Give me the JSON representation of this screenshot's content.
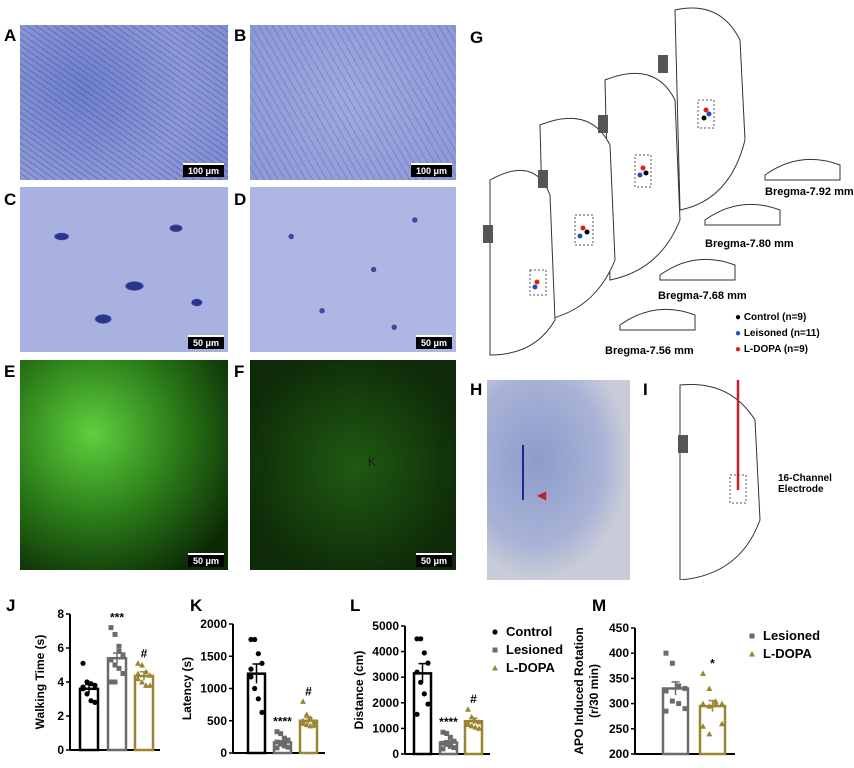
{
  "panels": {
    "A": "A",
    "B": "B",
    "C": "C",
    "D": "D",
    "E": "E",
    "F": "F",
    "G": "G",
    "H": "H",
    "I": "I",
    "J": "J",
    "K": "K",
    "L": "L",
    "M": "M"
  },
  "scalebars": {
    "A": "100 μm",
    "B": "100 μm",
    "C": "50 μm",
    "D": "50 μm",
    "E": "50 μm",
    "F": "50 μm"
  },
  "panel_f_mark": "K",
  "atlas": {
    "levels": [
      "Bregma-7.92 mm",
      "Bregma-7.80 mm",
      "Bregma-7.68 mm",
      "Bregma-7.56 mm"
    ],
    "legend": [
      {
        "label": "Control (n=9)",
        "color": "#000000"
      },
      {
        "label": "Leisoned (n=11)",
        "color": "#1f4fb5"
      },
      {
        "label": "L-DOPA (n=9)",
        "color": "#e01b1b"
      }
    ]
  },
  "electrode_label_1": "16-Channel",
  "electrode_label_2": "Electrode",
  "colors": {
    "control": "#000000",
    "lesioned": "#6b6b6b",
    "ldopa": "#9a8530",
    "electrode": "#c0202a"
  },
  "chart_data": [
    {
      "type": "bar",
      "panel": "J",
      "ylabel": "Walking Time (s)",
      "ylim": [
        0,
        8
      ],
      "yticks": [
        0,
        2,
        4,
        6,
        8
      ],
      "categories": [
        "Control",
        "Lesioned",
        "L-DOPA"
      ],
      "values": [
        3.6,
        5.4,
        4.35
      ],
      "sem": [
        0.25,
        0.3,
        0.25
      ],
      "annotations": [
        "",
        "***",
        "#"
      ],
      "points": [
        [
          5.1,
          4.0,
          3.9,
          3.8,
          3.7,
          3.3,
          2.9,
          2.8,
          3.6
        ],
        [
          7.2,
          6.8,
          6.1,
          5.6,
          5.3,
          5.0,
          4.8,
          4.5,
          4.0,
          4.0,
          5.8
        ],
        [
          5.1,
          5.0,
          4.6,
          4.4,
          4.2,
          4.0,
          3.8,
          3.8,
          4.5
        ]
      ]
    },
    {
      "type": "bar",
      "panel": "K",
      "ylabel": "Latency (s)",
      "ylim": [
        0,
        2000
      ],
      "yticks": [
        0,
        500,
        1000,
        1500,
        2000
      ],
      "categories": [
        "Control",
        "Lesioned",
        "L-DOPA"
      ],
      "values": [
        1230,
        165,
        500
      ],
      "sem": [
        150,
        25,
        50
      ],
      "annotations": [
        "",
        "****",
        "#"
      ],
      "points": [
        [
          1760,
          1760,
          1540,
          1390,
          1180,
          1000,
          840,
          630,
          1300
        ],
        [
          330,
          300,
          230,
          200,
          170,
          140,
          110,
          90,
          80,
          150,
          120
        ],
        [
          800,
          600,
          540,
          480,
          460,
          440,
          420,
          430,
          500
        ]
      ]
    },
    {
      "type": "bar",
      "panel": "L",
      "ylabel": "Distance (cm)",
      "ylim": [
        0,
        5000
      ],
      "yticks": [
        0,
        1000,
        2000,
        3000,
        4000,
        5000
      ],
      "categories": [
        "Control",
        "Lesioned",
        "L-DOPA"
      ],
      "values": [
        3150,
        450,
        1280
      ],
      "sem": [
        380,
        60,
        120
      ],
      "annotations": [
        "",
        "****",
        "#"
      ],
      "points": [
        [
          4500,
          4500,
          3950,
          3550,
          3200,
          2800,
          2350,
          1950,
          1550
        ],
        [
          850,
          800,
          650,
          500,
          420,
          380,
          300,
          250,
          200,
          450,
          350
        ],
        [
          1750,
          1450,
          1300,
          1250,
          1200,
          1100,
          1050,
          1000,
          1150
        ]
      ],
      "legend": [
        "Control",
        "Lesioned",
        "L-DOPA"
      ],
      "legend_position": "right"
    },
    {
      "type": "bar",
      "panel": "M",
      "ylabel": "APO Induced Rotation",
      "ylabel2": "(r/30 min)",
      "ylim": [
        200,
        450
      ],
      "yticks": [
        200,
        250,
        300,
        350,
        400,
        450
      ],
      "categories": [
        "Lesioned",
        "L-DOPA"
      ],
      "values": [
        330,
        295
      ],
      "sem": [
        13,
        11
      ],
      "annotations": [
        "",
        "*"
      ],
      "points": [
        [
          400,
          380,
          335,
          330,
          325,
          305,
          300,
          290,
          285
        ],
        [
          360,
          330,
          305,
          300,
          300,
          295,
          300,
          260,
          255,
          240
        ]
      ],
      "legend": [
        "Lesioned",
        "L-DOPA"
      ],
      "legend_position": "right"
    }
  ]
}
